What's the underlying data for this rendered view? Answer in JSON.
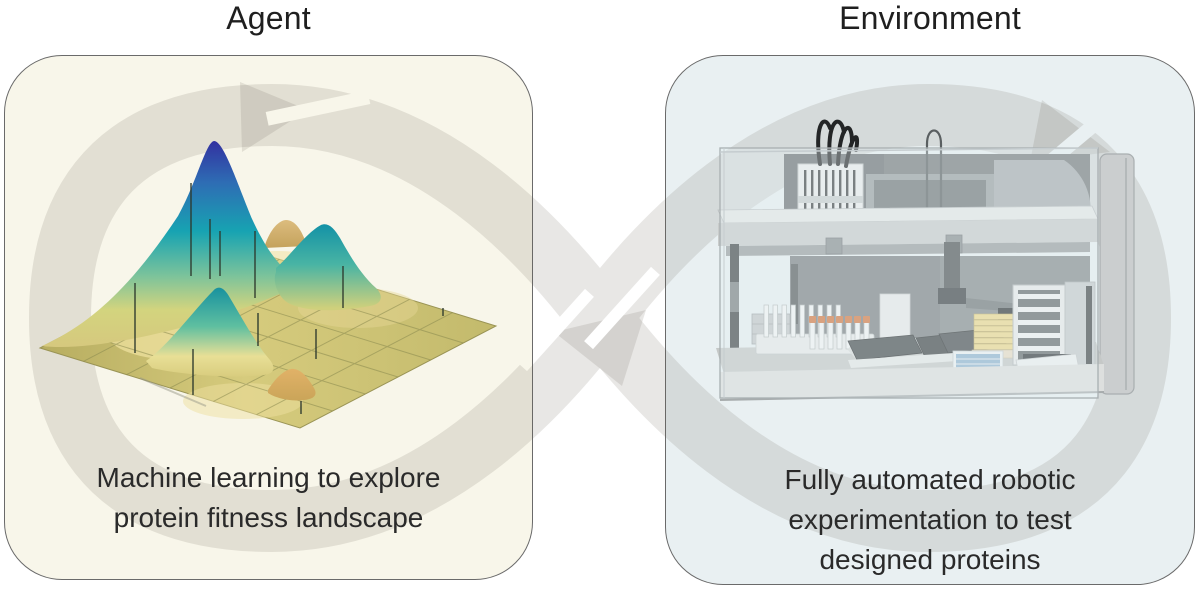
{
  "background": {
    "page_color": "#ffffff",
    "symbol": "infinity-cycle-arrows",
    "symbol_color_rgba": "rgba(101,97,80,0.15)"
  },
  "style": {
    "card_border_color": "#6a6a6a",
    "title_color": "#1f1f1f",
    "caption_color": "#2a2a2a"
  },
  "panels": {
    "agent": {
      "title": "Agent",
      "caption_lines": [
        "Machine learning to explore",
        "protein fitness landscape"
      ],
      "bg_color": "#f8f6ea",
      "illustration": "protein-fitness-landscape-3d-surface-plot",
      "illustration_colors": {
        "peak_top": "#332a9e",
        "peak_mid": "#17a3b2",
        "surface_base": "#c9bf6e",
        "highlight": "#f6e9a8",
        "sample_marker": "#2e3a2e"
      }
    },
    "environment": {
      "title": "Environment",
      "caption_lines": [
        "Fully automated robotic",
        "experimentation to test",
        "designed proteins"
      ],
      "bg_color": "#e9f0f2",
      "illustration": "automated-robotic-lab-workstation",
      "illustration_colors": {
        "frame_gray": "#c9cccb",
        "panel_dark": "#74797b",
        "tube_cap_orange": "#d4743c",
        "plate_stack_yellow": "#eed98c",
        "plate_blue": "#8fb3cf",
        "glass_tint": "rgba(227,236,239,0.38)"
      }
    }
  }
}
